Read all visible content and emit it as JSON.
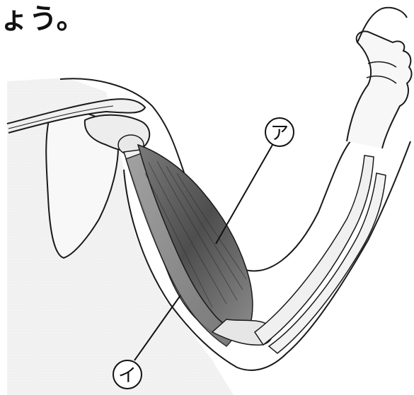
{
  "header": {
    "text": "ょう。"
  },
  "labels": {
    "a": "ア",
    "i": "イ"
  },
  "colors": {
    "outline": "#1a1a1a",
    "skin": "#f4f4f4",
    "bone_fill": "#eeeeee",
    "muscle_dark": "#555555",
    "muscle_light": "#9a9a9a"
  }
}
